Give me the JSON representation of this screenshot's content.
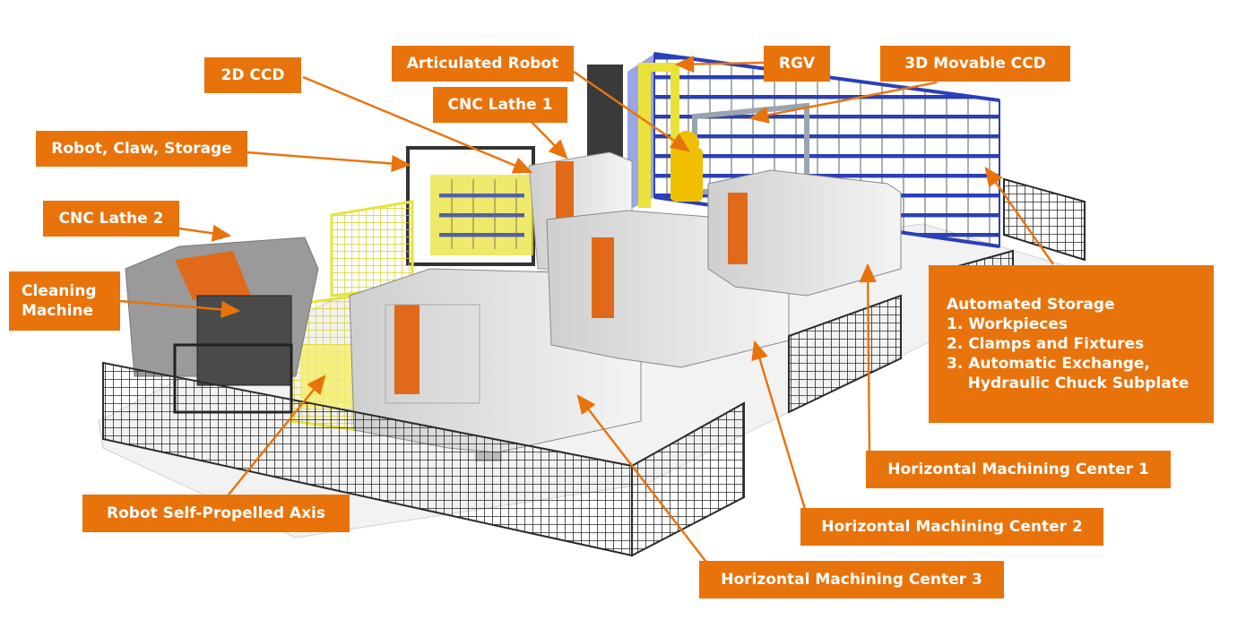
{
  "colors": {
    "accent": "#e8730b",
    "fence": "#2b2b2b",
    "yellow_fence": "#e9e23a",
    "machine_body": "#e6e6e6",
    "machine_orange": "#e06a1a",
    "rack_blue": "#2a3fb8",
    "floor": "#f2f2f2"
  },
  "labels": {
    "ccd_2d": "2D CCD",
    "articulated_robot": "Articulated Robot",
    "rgv": "RGV",
    "ccd_3d_movable": "3D Movable CCD",
    "cnc_lathe_1": "CNC Lathe 1",
    "robot_claw_storage": "Robot, Claw, Storage",
    "cnc_lathe_2": "CNC Lathe 2",
    "cleaning_machine": [
      "Cleaning",
      "Machine"
    ],
    "automated_storage": [
      "Automated Storage",
      "1. Workpieces",
      "2. Clamps and Fixtures",
      "3. Automatic Exchange,",
      "    Hydraulic Chuck Subplate"
    ],
    "hmc_1": "Horizontal Machining Center 1",
    "hmc_2": "Horizontal Machining Center 2",
    "hmc_3": "Horizontal Machining Center 3",
    "robot_axis": "Robot Self-Propelled Axis"
  }
}
